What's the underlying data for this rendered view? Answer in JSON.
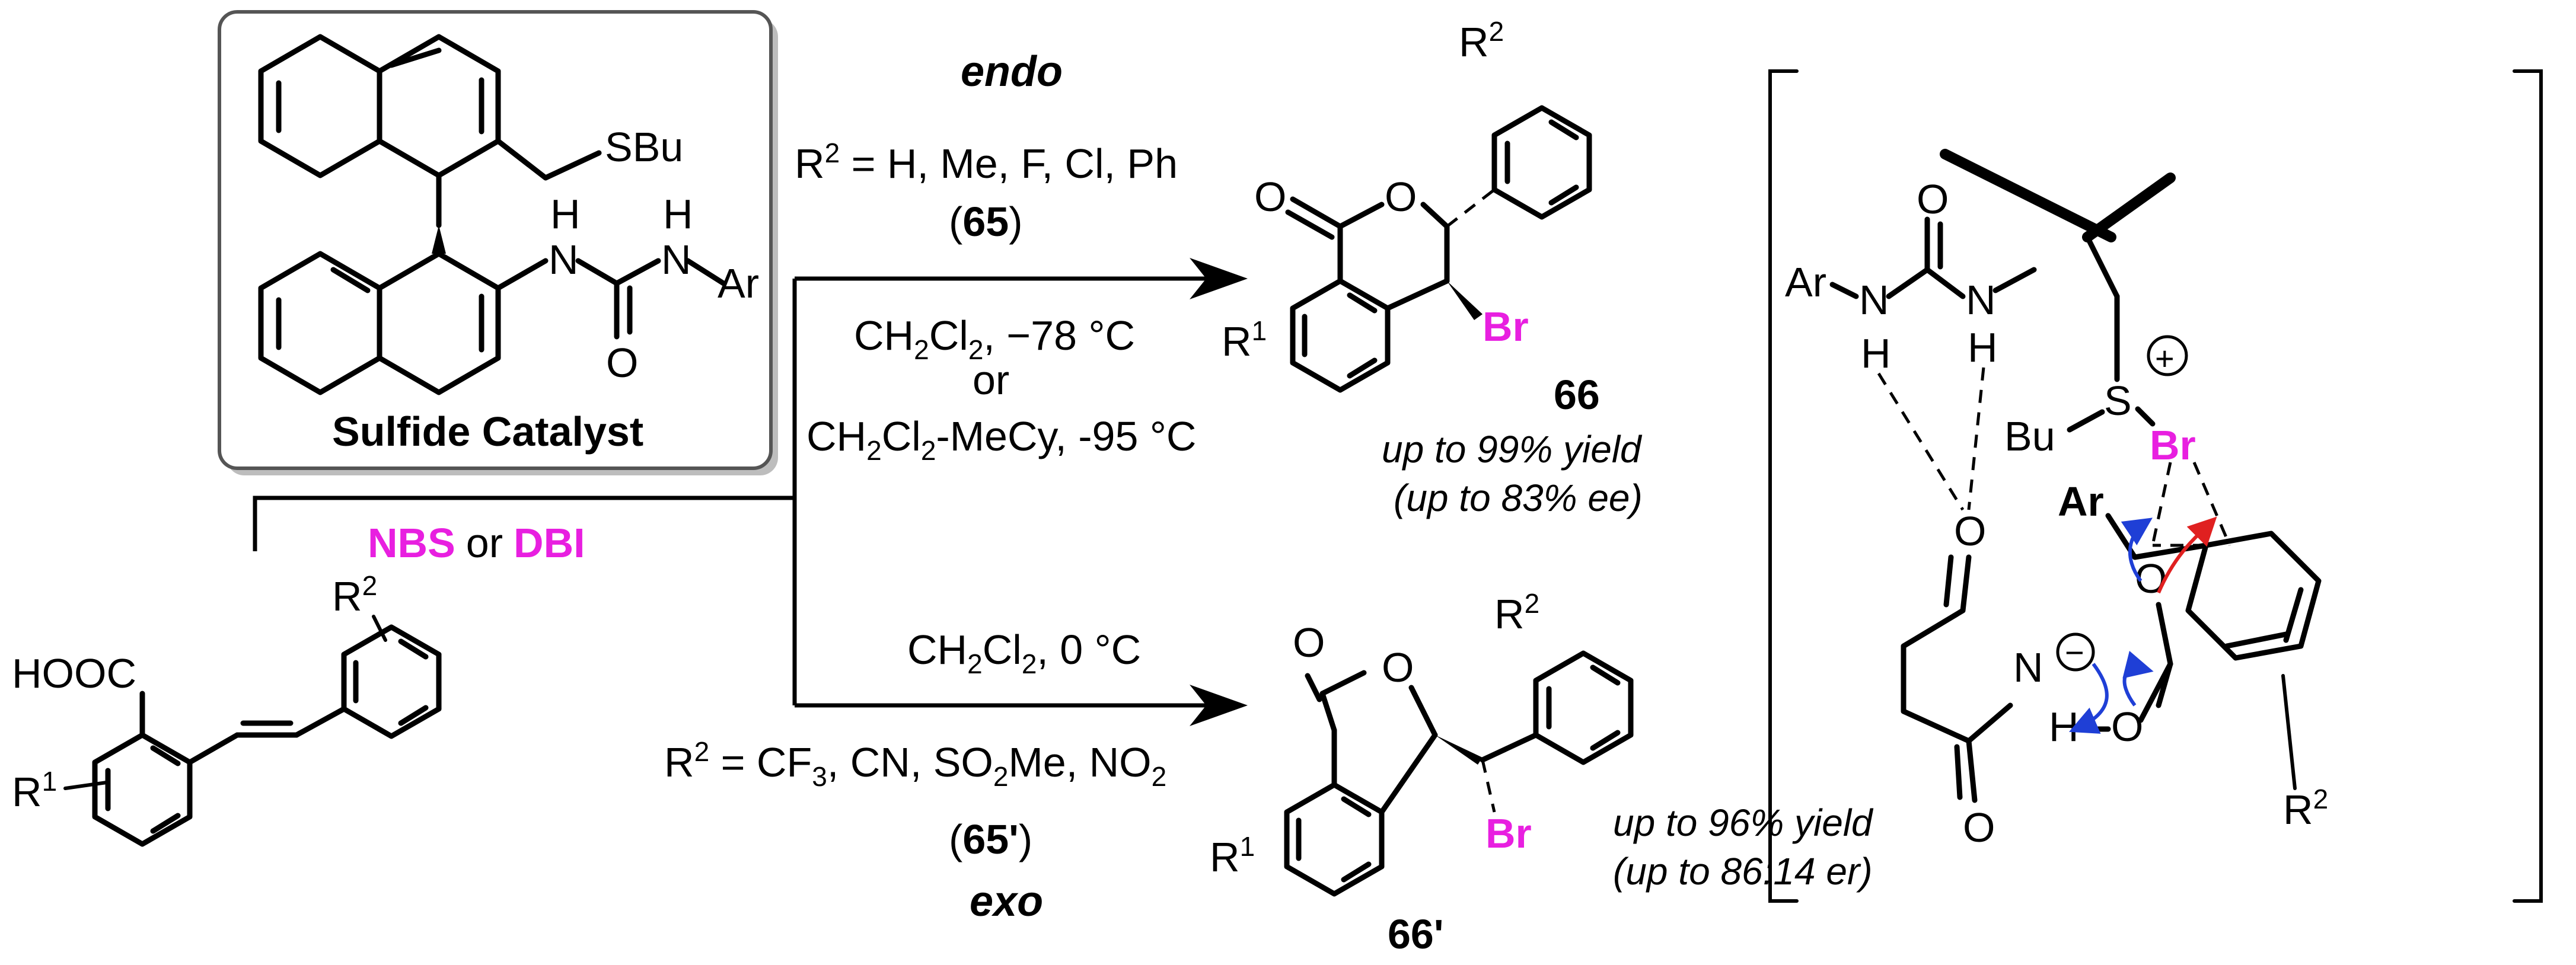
{
  "colors": {
    "bond": "#000000",
    "bromine_highlight": "#e81fe0",
    "electron_push_blue": "#1f3fd6",
    "electron_push_red": "#e02020",
    "catalyst_box_border": "#555555",
    "catalyst_box_shadow": "#bdbdbd"
  },
  "catalyst": {
    "sbu": "SBu",
    "nh1": "N",
    "h1": "H",
    "nh2": "N",
    "h2": "H",
    "ar": "Ar",
    "carbonyl_o": "O",
    "title": "Sulfide Catalyst"
  },
  "starting_material": {
    "acid": "HOOC",
    "r1": "R",
    "r1_sup": "1",
    "r2": "R",
    "r2_sup": "2"
  },
  "reagent": {
    "nbs": "NBS",
    "or": "or",
    "dbi": "DBI"
  },
  "endo_path": {
    "mode": "endo",
    "substituents_prefix": "R",
    "substituents_sup": "2",
    "substituents_rest": " = H, Me, F, Cl, Ph",
    "substrate_label": "65",
    "cond1_a": "CH",
    "cond1_sub": "2",
    "cond1_b": "Cl",
    "cond1_sub2": "2",
    "cond1_c": ", −78 °C",
    "cond_or": "or",
    "cond2_a": "CH",
    "cond2_sub": "2",
    "cond2_b": "Cl",
    "cond2_sub2": "2",
    "cond2_c": "-MeCy, -95 °C"
  },
  "exo_path": {
    "cond_a": "CH",
    "cond_sub": "2",
    "cond_b": "Cl",
    "cond_sub2": "2",
    "cond_c": ", 0 °C",
    "substituents_prefix": "R",
    "substituents_sup": "2",
    "substituents_mid": " = CF",
    "substituents_sub": "3",
    "substituents_mid2": ", CN, SO",
    "substituents_sub2": "2",
    "substituents_rest": "Me, NO",
    "substituents_sub3": "2",
    "substrate_label": "65'",
    "mode": "exo"
  },
  "product_66": {
    "carbonyl_o": "O",
    "ring_o": "O",
    "br": "Br",
    "r1": "R",
    "r1_sup": "1",
    "r2": "R",
    "r2_sup": "2",
    "label": "66",
    "yield": "up to 99% yield",
    "selectivity": "(up to 83% ee)"
  },
  "product_66p": {
    "carbonyl_o": "O",
    "ring_o": "O",
    "br": "Br",
    "r1": "R",
    "r1_sup": "1",
    "r2": "R",
    "r2_sup": "2",
    "label": "66'",
    "yield": "up to 96% yield",
    "selectivity": "(up to 86:14 er)"
  },
  "transition_state": {
    "ar_left": "Ar",
    "n1": "N",
    "h1": "H",
    "carbonyl_o": "O",
    "n2": "N",
    "h2": "H",
    "s": "S",
    "plus": "+",
    "bu": "Bu",
    "br": "Br",
    "ar_bold": "Ar",
    "imide_o_top": "O",
    "imide_n": "N",
    "minus": "−",
    "imide_o_bottom": "O",
    "acid_o": "O",
    "oh_h": "H",
    "oh_o": "O",
    "r2": "R",
    "r2_sup": "2"
  }
}
